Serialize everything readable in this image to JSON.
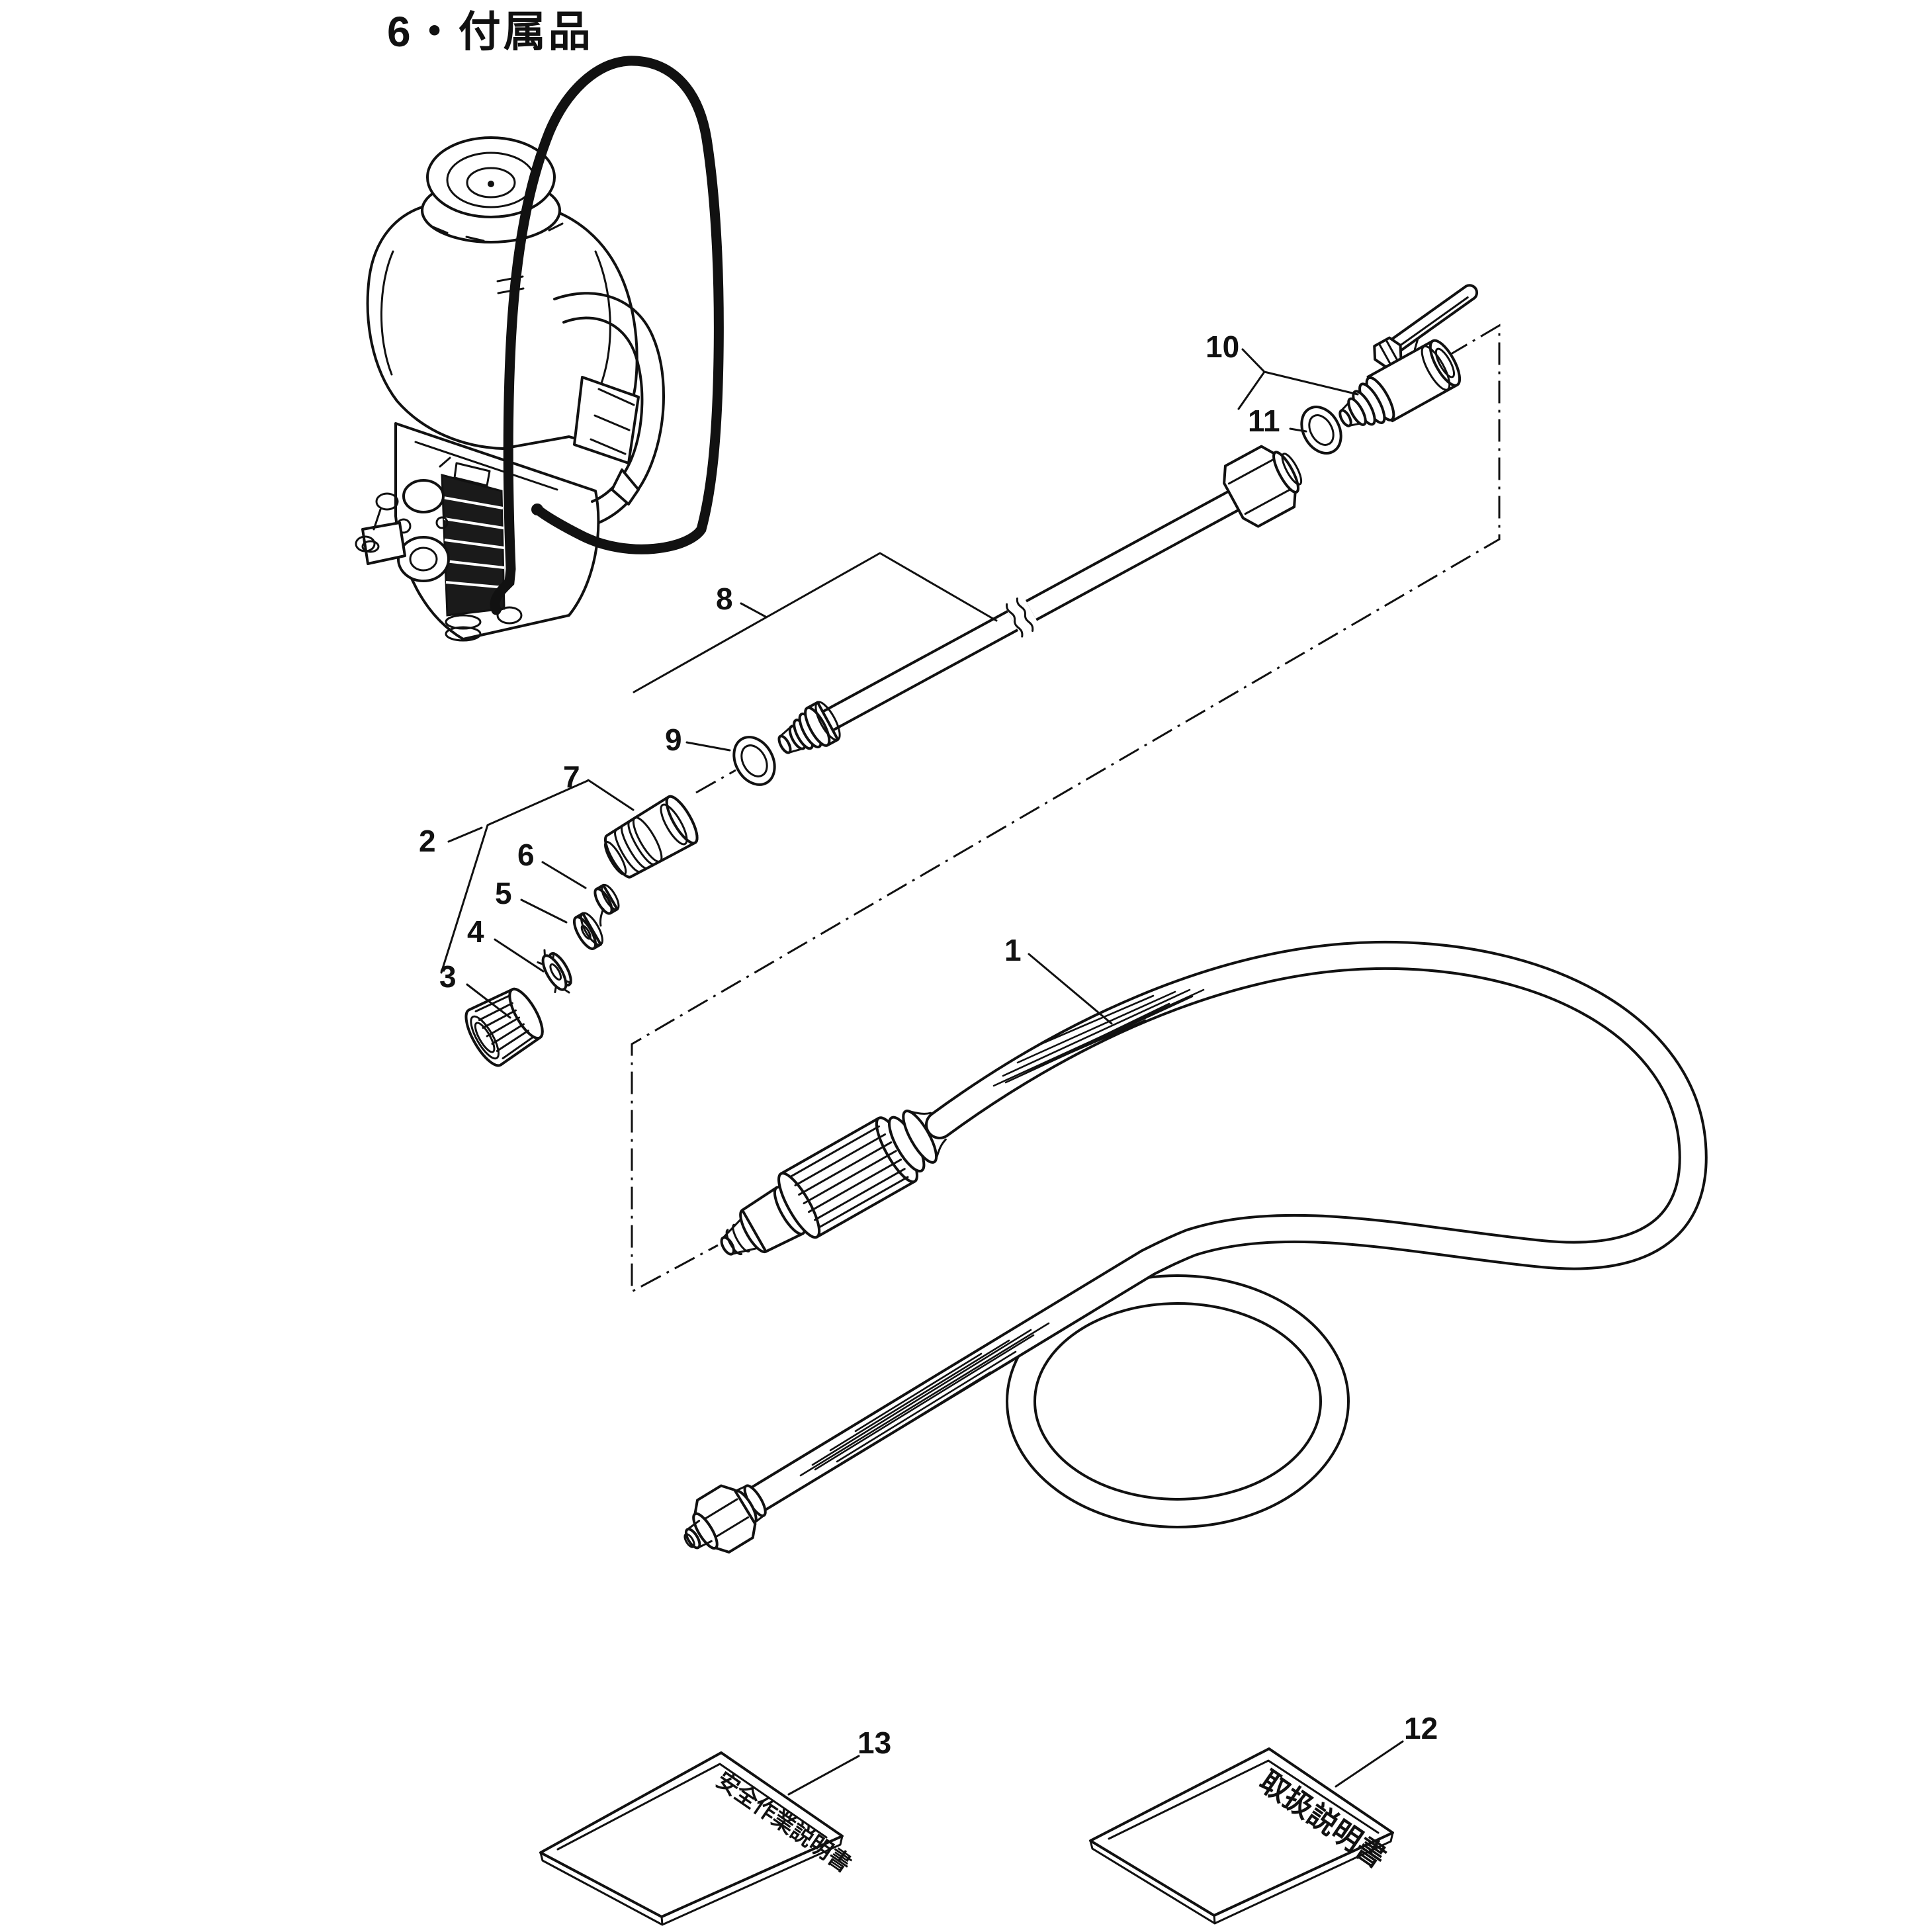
{
  "page": {
    "title": "6・付属品",
    "background": "#ffffff",
    "ink_color": "#111111"
  },
  "diagram": {
    "part_labels": [
      {
        "num": "1"
      },
      {
        "num": "2"
      },
      {
        "num": "3"
      },
      {
        "num": "4"
      },
      {
        "num": "5"
      },
      {
        "num": "6"
      },
      {
        "num": "7"
      },
      {
        "num": "8"
      },
      {
        "num": "9"
      },
      {
        "num": "10"
      },
      {
        "num": "11"
      },
      {
        "num": "12"
      },
      {
        "num": "13"
      }
    ],
    "booklets": {
      "operator_manual_title": "取扱説明書",
      "safety_manual_title": "安全作業説明書"
    }
  }
}
